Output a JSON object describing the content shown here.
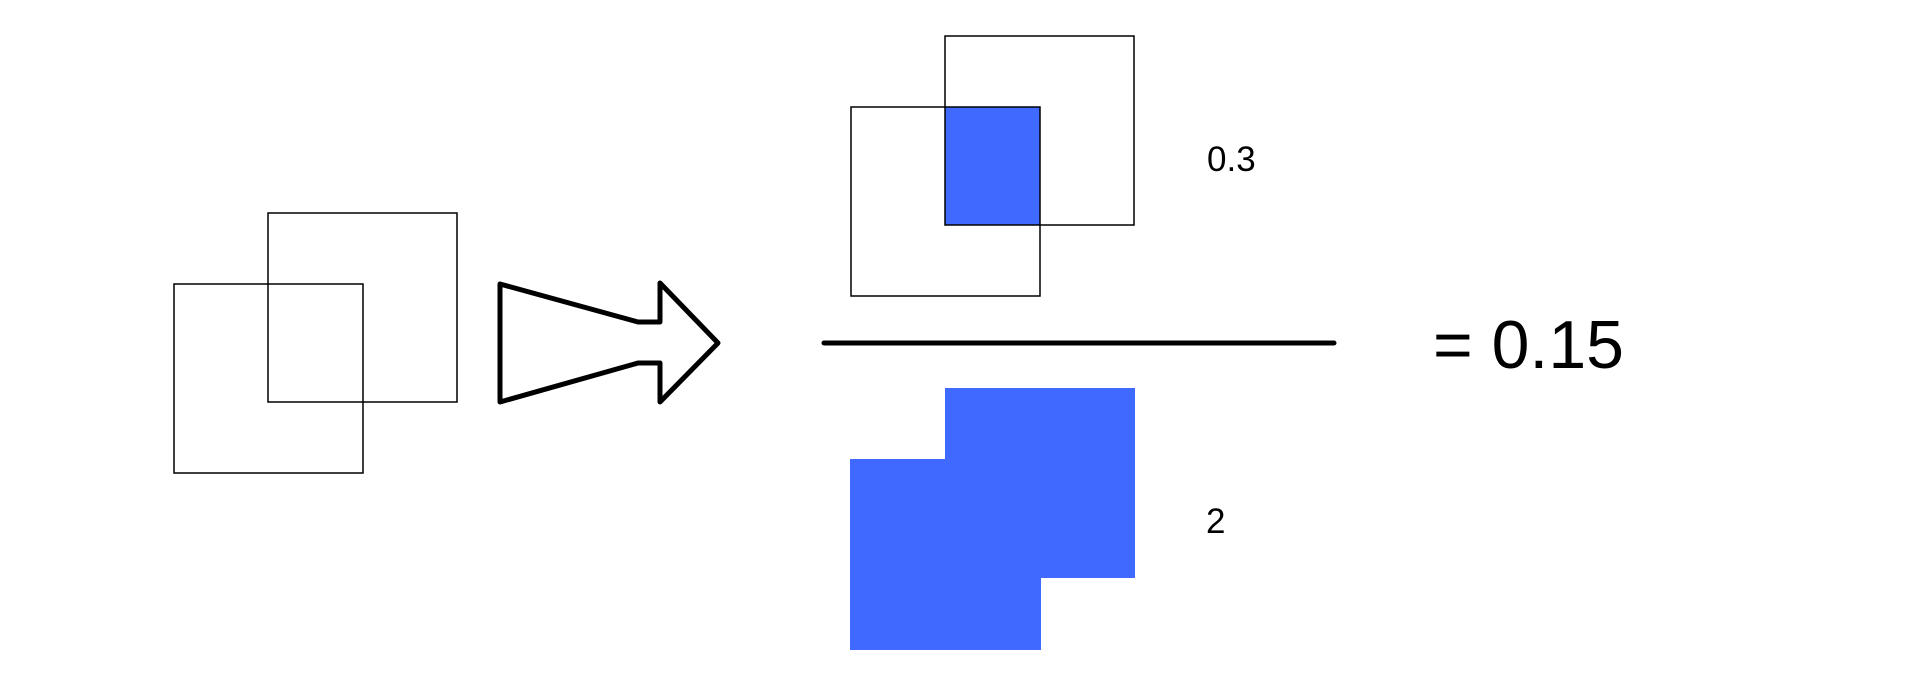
{
  "diagram": {
    "numerator_label": "0.3",
    "denominator_label": "2",
    "result_label": "= 0.15"
  },
  "colors": {
    "fill": "#3f69ff",
    "stroke": "#000000",
    "background": "#ffffff"
  }
}
